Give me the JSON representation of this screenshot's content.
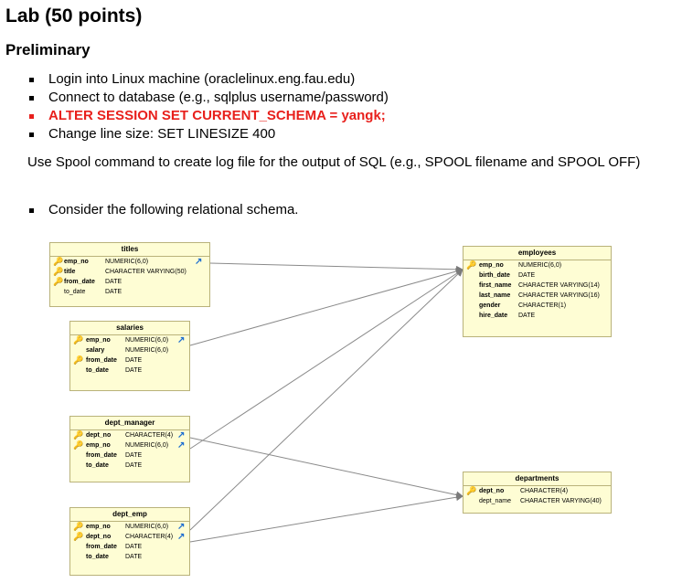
{
  "title": "Lab (50 points)",
  "subtitle": "Preliminary",
  "bullets": [
    "Login into Linux machine (oraclelinux.eng.fau.edu)",
    "Connect to database (e.g., sqlplus username/password)",
    "ALTER SESSION SET CURRENT_SCHEMA = yangk;",
    "Change line size: SET LINESIZE 400"
  ],
  "paragraph": "Use Spool command to create log file for the output of SQL (e.g., SPOOL filename and SPOOL OFF)",
  "consider": "Consider the following relational schema.",
  "key_color": "#e0a800",
  "fk_color": "#1f6fd0",
  "highlight_color": "#e8201c",
  "tables": {
    "titles": {
      "name": "titles",
      "rows": [
        {
          "col": "emp_no",
          "type": "NUMERIC(6,0)"
        },
        {
          "col": "title",
          "type": "CHARACTER VARYING(50)"
        },
        {
          "col": "from_date",
          "type": "DATE"
        },
        {
          "col": "to_date",
          "type": "DATE"
        }
      ]
    },
    "salaries": {
      "name": "salaries",
      "rows": [
        {
          "col": "emp_no",
          "type": "NUMERIC(6,0)"
        },
        {
          "col": "salary",
          "type": "NUMERIC(6,0)"
        },
        {
          "col": "from_date",
          "type": "DATE"
        },
        {
          "col": "to_date",
          "type": "DATE"
        }
      ]
    },
    "dept_manager": {
      "name": "dept_manager",
      "rows": [
        {
          "col": "dept_no",
          "type": "CHARACTER(4)"
        },
        {
          "col": "emp_no",
          "type": "NUMERIC(6,0)"
        },
        {
          "col": "from_date",
          "type": "DATE"
        },
        {
          "col": "to_date",
          "type": "DATE"
        }
      ]
    },
    "dept_emp": {
      "name": "dept_emp",
      "rows": [
        {
          "col": "emp_no",
          "type": "NUMERIC(6,0)"
        },
        {
          "col": "dept_no",
          "type": "CHARACTER(4)"
        },
        {
          "col": "from_date",
          "type": "DATE"
        },
        {
          "col": "to_date",
          "type": "DATE"
        }
      ]
    },
    "employees": {
      "name": "employees",
      "rows": [
        {
          "col": "emp_no",
          "type": "NUMERIC(6,0)"
        },
        {
          "col": "birth_date",
          "type": "DATE"
        },
        {
          "col": "first_name",
          "type": "CHARACTER VARYING(14)"
        },
        {
          "col": "last_name",
          "type": "CHARACTER VARYING(16)"
        },
        {
          "col": "gender",
          "type": "CHARACTER(1)"
        },
        {
          "col": "hire_date",
          "type": "DATE"
        }
      ]
    },
    "departments": {
      "name": "departments",
      "rows": [
        {
          "col": "dept_no",
          "type": "CHARACTER(4)"
        },
        {
          "col": "dept_name",
          "type": "CHARACTER VARYING(40)"
        }
      ]
    }
  }
}
